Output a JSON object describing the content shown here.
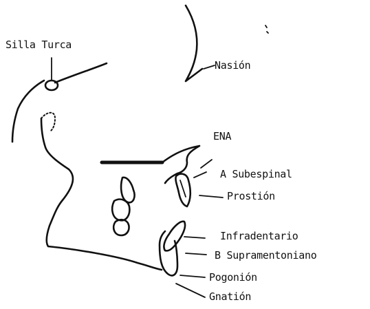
{
  "labels": {
    "silla_turca": "Silla Turca",
    "nasion": "Nasión",
    "ena": "ENA",
    "a_subespinal": "A Subespinal",
    "prostion": "Prostión",
    "infradentario": "Infradentario",
    "b_supramentoniano": "B Supramentoniano",
    "pogonion": "Pogonión",
    "gnation": "Gnatión"
  }
}
